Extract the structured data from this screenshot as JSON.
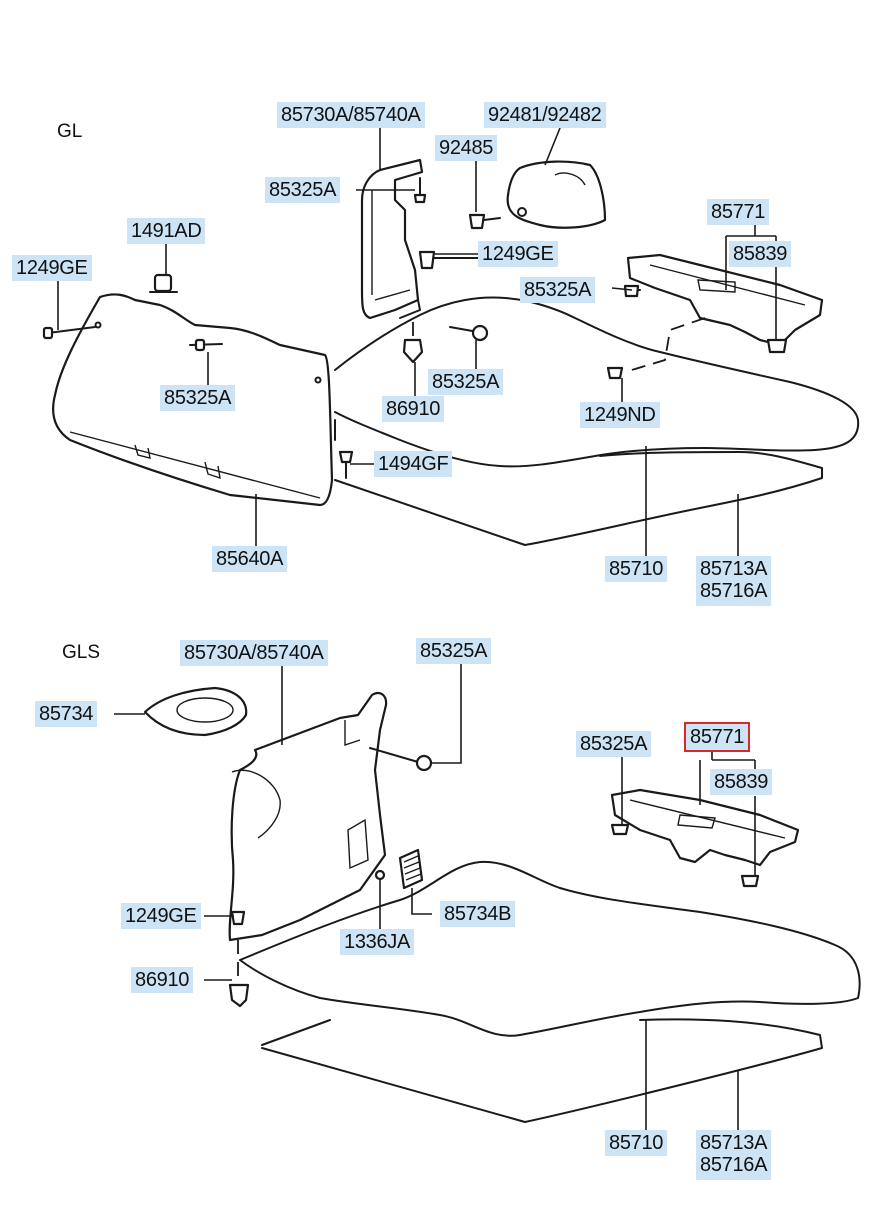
{
  "sections": {
    "gl": {
      "title": "GL"
    },
    "gls": {
      "title": "GLS"
    }
  },
  "labels": {
    "gl_85730a_85740a": "85730A/85740A",
    "gl_92481_92482": "92481/92482",
    "gl_92485": "92485",
    "gl_85325a_top": "85325A",
    "gl_85771": "85771",
    "gl_1491ad": "1491AD",
    "gl_1249ge_left": "1249GE",
    "gl_1249ge_mid": "1249GE",
    "gl_85839": "85839",
    "gl_85325a_right": "85325A",
    "gl_85325a_left": "85325A",
    "gl_85325a_mid": "85325A",
    "gl_86910": "86910",
    "gl_1249nd": "1249ND",
    "gl_1494gf": "1494GF",
    "gl_85640a": "85640A",
    "gl_85710": "85710",
    "gl_85713a": "85713A",
    "gl_85716a": "85716A",
    "gls_85730a_85740a": "85730A/85740A",
    "gls_85325a_top": "85325A",
    "gls_85734": "85734",
    "gls_85771": "85771",
    "gls_85325a_right": "85325A",
    "gls_85839": "85839",
    "gls_1249ge": "1249GE",
    "gls_85734b": "85734B",
    "gls_1336ja": "1336JA",
    "gls_86910": "86910",
    "gls_85710": "85710",
    "gls_85713a": "85713A",
    "gls_85716a": "85716A"
  },
  "highlight": {
    "selected_part": "85771",
    "outline_color": "#d62a2a",
    "label_bg": "#cde4f7"
  }
}
